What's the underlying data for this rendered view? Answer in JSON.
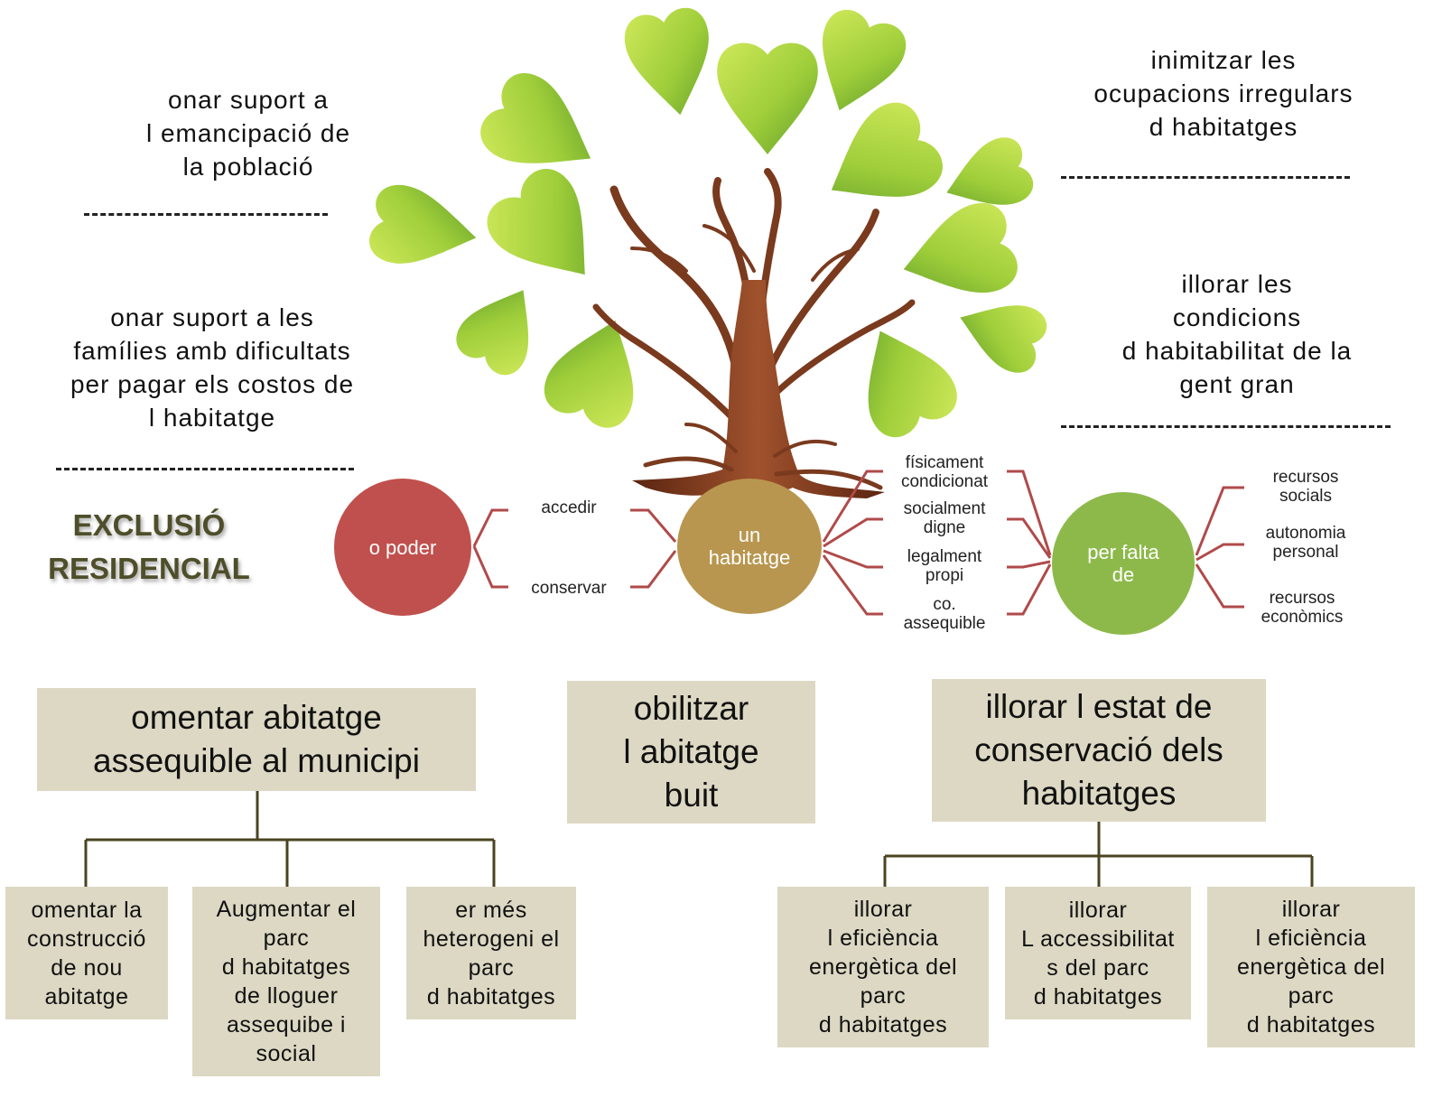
{
  "title": {
    "lines": [
      "EXCLUSIÓ",
      "RESIDENCIAL"
    ]
  },
  "tree_goals": {
    "left_top": [
      "onar suport a",
      "l emancipació de",
      "la població"
    ],
    "left_bottom": [
      "onar suport a les",
      "famílies amb dificultats",
      "per pagar els costos de",
      "l habitatge"
    ],
    "right_top": [
      "inimitzar les",
      "ocupacions irregulars",
      "d habitatges"
    ],
    "right_bottom": [
      "illorar les",
      "condicions",
      "d habitabilitat de la",
      "gent gran"
    ]
  },
  "circles": {
    "no_poder": [
      "o poder"
    ],
    "habitatge": [
      "un",
      "habitatge"
    ],
    "falta": [
      "per falta",
      "de"
    ]
  },
  "verbs": {
    "accedir": "accedir",
    "conservar": "conservar"
  },
  "qualities": [
    [
      "físicament",
      "condicionat"
    ],
    [
      "socialment",
      "digne"
    ],
    [
      "legalment",
      "propi"
    ],
    [
      "co.",
      "assequible"
    ]
  ],
  "resources": [
    [
      "recursos",
      "socials"
    ],
    [
      "autonomia",
      "personal"
    ],
    [
      "recursos",
      "econòmics"
    ]
  ],
  "boxes": {
    "fomentar": [
      "omentar    abitatge",
      "assequible al municipi"
    ],
    "mobilitzar": [
      "obilitzar",
      "l    abitatge",
      "buit"
    ],
    "millorar_estat": [
      "illorar l estat de",
      "conservació dels",
      "habitatges"
    ]
  },
  "sub_boxes_left": [
    [
      "omentar la",
      "construcció",
      "de nou",
      "abitatge"
    ],
    [
      "Augmentar el",
      "parc",
      "d habitatges",
      "de lloguer",
      "assequibe i",
      "social"
    ],
    [
      "er més",
      "heterogeni el",
      "parc",
      "d habitatges"
    ]
  ],
  "sub_boxes_right": [
    [
      "illorar",
      "l eficiència",
      "energètica del",
      "parc",
      "d habitatges"
    ],
    [
      "illorar",
      "L accessibilitat",
      "s del parc",
      "d habitatges"
    ],
    [
      "illorar",
      "l eficiència",
      "energètica del",
      "parc",
      "d habitatges"
    ]
  ],
  "colors": {
    "leaf_light": "#b9dc3c",
    "leaf_dark": "#5e9a2c",
    "trunk": "#7a3a1e",
    "circle_red": "#c0504d",
    "circle_tan": "#b8964f",
    "circle_green": "#8db94a",
    "bracket": "#b04a4a",
    "box_fill": "#dcd8c3",
    "title": "#4e4e2a"
  }
}
